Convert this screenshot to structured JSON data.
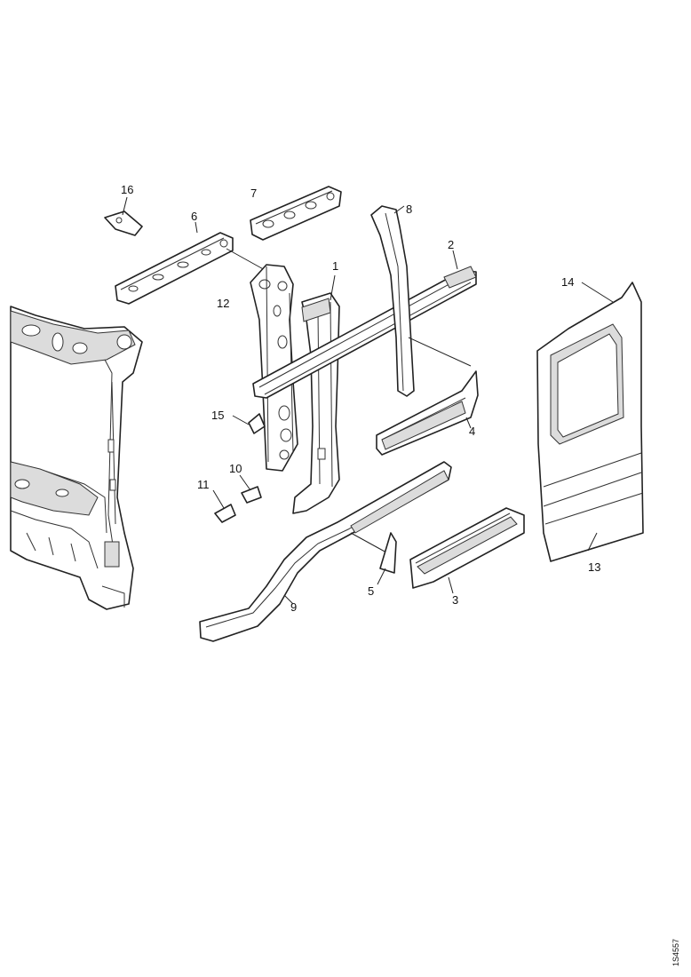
{
  "diagram": {
    "callouts": {
      "c1": "1",
      "c2": "2",
      "c3": "3",
      "c4": "4",
      "c5": "5",
      "c6": "6",
      "c7": "7",
      "c8": "8",
      "c9": "9",
      "c10": "10",
      "c11": "11",
      "c12": "12",
      "c13": "13",
      "c14": "14",
      "c15": "15",
      "c16": "16"
    },
    "reference_code": "1S4557"
  }
}
